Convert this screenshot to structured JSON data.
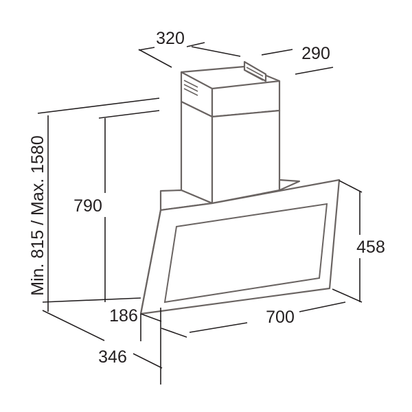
{
  "dimensions": {
    "chimney_width": "320",
    "chimney_depth": "290",
    "total_height": "Min. 815 / Max. 1580",
    "chimney_height": "790",
    "hood_height": "458",
    "bottom_offset": "186",
    "hood_width": "700",
    "hood_depth": "346"
  },
  "colors": {
    "line": "#231f20",
    "outline": "#6a6462"
  }
}
